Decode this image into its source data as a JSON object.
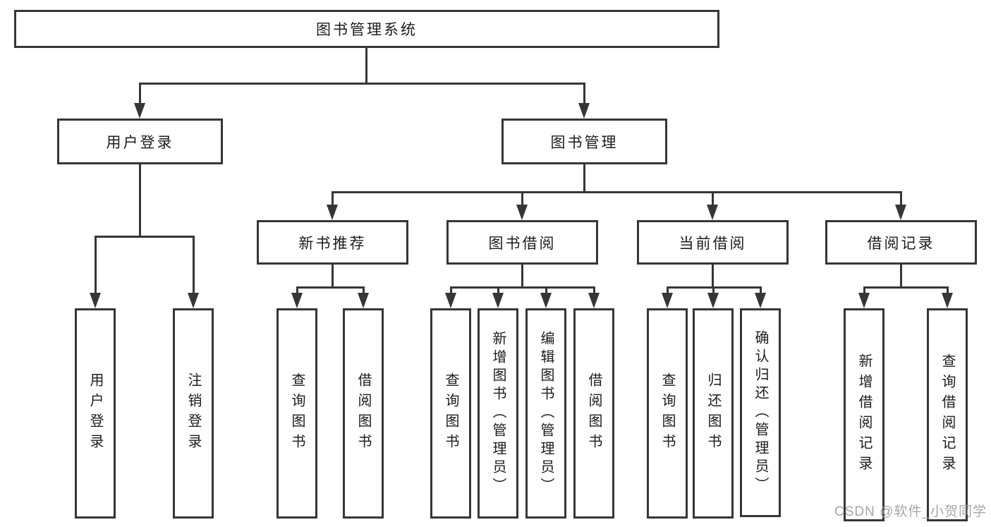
{
  "diagram": {
    "root_label": "图书管理系统",
    "level2": {
      "user_login": "用户登录",
      "book_mgmt": "图书管理"
    },
    "level3": {
      "new_books": "新书推荐",
      "book_borrow": "图书借阅",
      "current_borrow": "当前借阅",
      "borrow_records": "借阅记录"
    },
    "leaves": {
      "user": [
        "用户登录",
        "注销登录"
      ],
      "new_books": [
        "查询图书",
        "借阅图书"
      ],
      "book_borrow": [
        "查询图书",
        "新增图书（管理员）",
        "编辑图书（管理员）",
        "借阅图书"
      ],
      "current_borrow": [
        "查询图书",
        "归还图书",
        "确认归还（管理员）"
      ],
      "borrow_records": [
        "新增借阅记录",
        "查询借阅记录"
      ]
    }
  },
  "watermark": {
    "text": "CSDN @软件_小贺同学"
  },
  "colors": {
    "line": "#363636",
    "text": "#1c1c1c",
    "watermark": "#a6a6a6",
    "background": "#ffffff"
  }
}
